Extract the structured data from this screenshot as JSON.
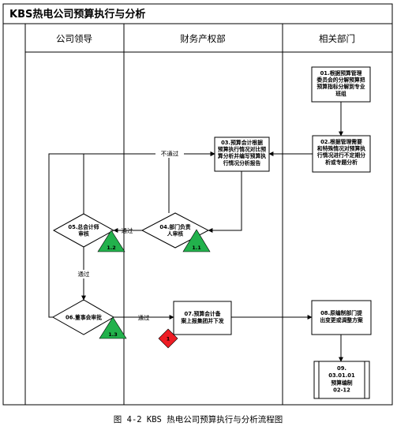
{
  "title": "KBS热电公司预算执行与分析",
  "lanes": [
    "公司领导",
    "财务产权部",
    "相关部门"
  ],
  "nodes": {
    "n01": "01.根据预算管理委员会的分解预算把预算指标分解到专业班组",
    "n02": "02.根据管理需要和特殊情况对预算执行情况进行不定期分析或专题分析",
    "n03": "03.预算会计根据预算执行情况对比预算分析并编写预算执行情况分析报告",
    "n04": "04.部门负责人审核",
    "n05": "05.总会计师审核",
    "n06": "06.董事会审批",
    "n07": "07.预算会计备案上报集团并下发",
    "n08": "08.原编制部门提出变更或调整方案",
    "n09": "09. 03.01.01 预算编制 02-12"
  },
  "flags": {
    "t11": "1.1",
    "t12": "1.2",
    "t13": "1.3",
    "d1": "1"
  },
  "edge_labels": {
    "reject": "不通过",
    "pass1": "通过",
    "pass2": "通过",
    "pass3": "通过"
  },
  "caption": "图 4-2   KBS 热电公司预算执行与分析流程图",
  "colors": {
    "flag_green": "#22b14c",
    "flag_red": "#ed1c24"
  }
}
